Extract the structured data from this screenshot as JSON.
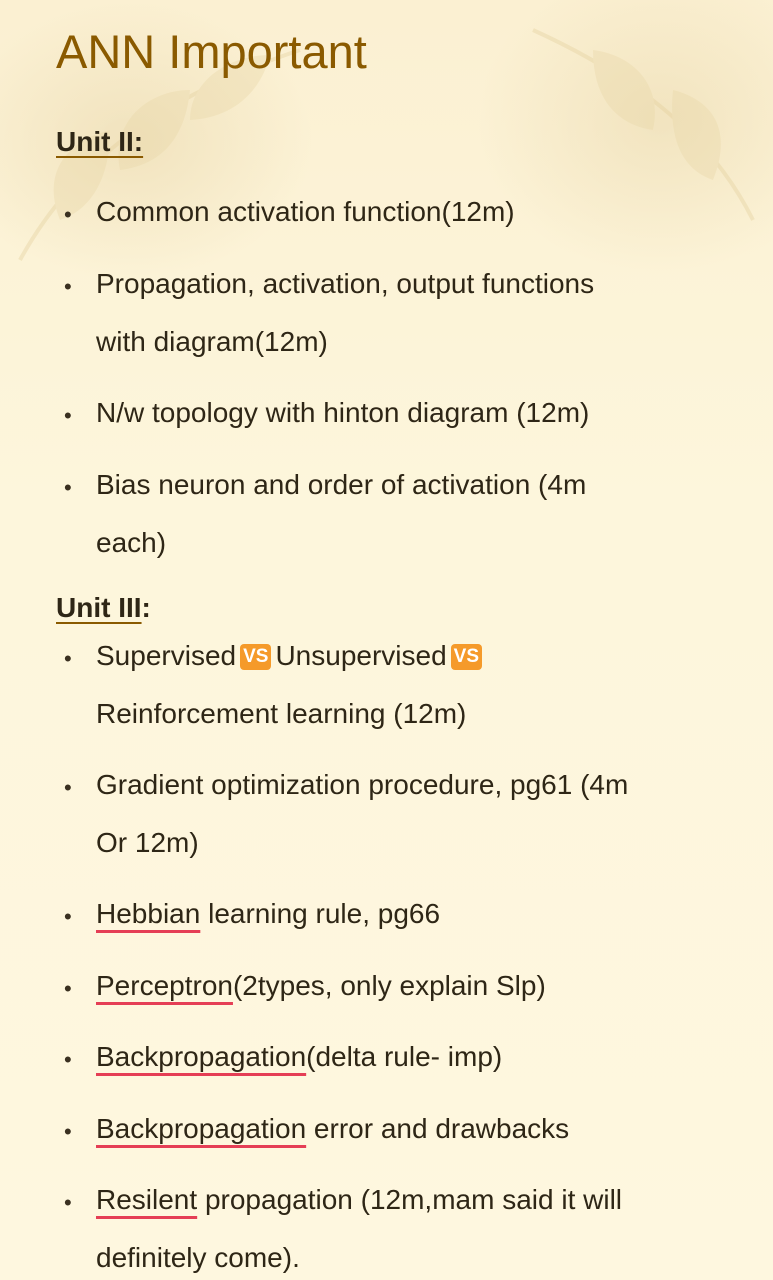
{
  "title": "ANN Important",
  "unit2": {
    "label_underlined": "Unit II:",
    "items": [
      {
        "lines": [
          "Common activation function(12m)"
        ]
      },
      {
        "lines": [
          "Propagation, activation, output functions",
          "with diagram(12m)"
        ]
      },
      {
        "lines": [
          "N/w topology with hinton diagram (12m)"
        ]
      },
      {
        "lines": [
          "Bias neuron and order of activation (4m",
          "each)"
        ]
      }
    ]
  },
  "unit3": {
    "label_underlined": "Unit III",
    "label_colon": ":",
    "items": [
      {
        "line1": {
          "a": "Supervised",
          "badge1": "VS",
          "b": "Unsupervised",
          "badge2": "VS"
        },
        "line2": "Reinforcement learning (12m)"
      },
      {
        "lines": [
          "Gradient optimization procedure, pg61 (4m",
          "Or 12m)"
        ]
      },
      {
        "flagged": "Hebbian",
        "rest": " learning rule, pg66"
      },
      {
        "flagged": "Perceptron",
        "rest": "(2types, only explain Slp)"
      },
      {
        "flagged": "Backpropagation",
        "rest": "(delta rule- imp)"
      },
      {
        "flagged": "Backpropagation",
        "rest": " error and drawbacks"
      },
      {
        "flagged": "Resilent",
        "rest": " propagation (12m,mam said it will",
        "line2": "definitely come)."
      }
    ]
  },
  "colors": {
    "title": "#8a5a00",
    "background": "#fdf4d6",
    "spellcheck_underline": "#e53e55",
    "badge": "#f59a2a"
  },
  "icons": {
    "bullet": "•",
    "badge": "vs-button-emoji"
  }
}
